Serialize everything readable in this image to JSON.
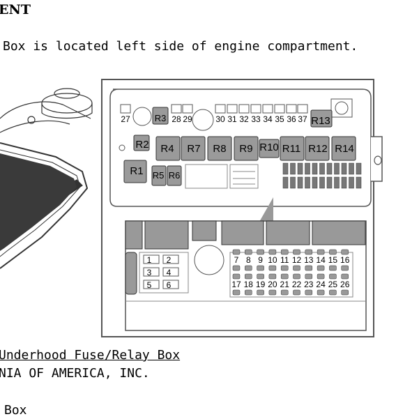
{
  "heading": "ENT",
  "location_text": "Box is located left side of engine compartment.",
  "caption": "Underhood Fuse/Relay Box",
  "company": "NIA OF AMERICA, INC.",
  "bottom_text": "Box",
  "fuse_box": {
    "top_fuses": [
      "27",
      "28",
      "29",
      "30",
      "31",
      "32",
      "33",
      "34",
      "35",
      "36",
      "37"
    ],
    "relays": [
      "R1",
      "R2",
      "R3",
      "R4",
      "R5",
      "R6",
      "R7",
      "R8",
      "R9",
      "R10",
      "R11",
      "R12",
      "R13",
      "R14"
    ],
    "detail_left_fuses": [
      "1",
      "2",
      "3",
      "4",
      "5",
      "6"
    ],
    "detail_row1": [
      "7",
      "8",
      "9",
      "10",
      "11",
      "12",
      "13",
      "14",
      "15",
      "16"
    ],
    "detail_row2": [
      "17",
      "18",
      "19",
      "20",
      "21",
      "22",
      "23",
      "24",
      "25",
      "26"
    ]
  }
}
